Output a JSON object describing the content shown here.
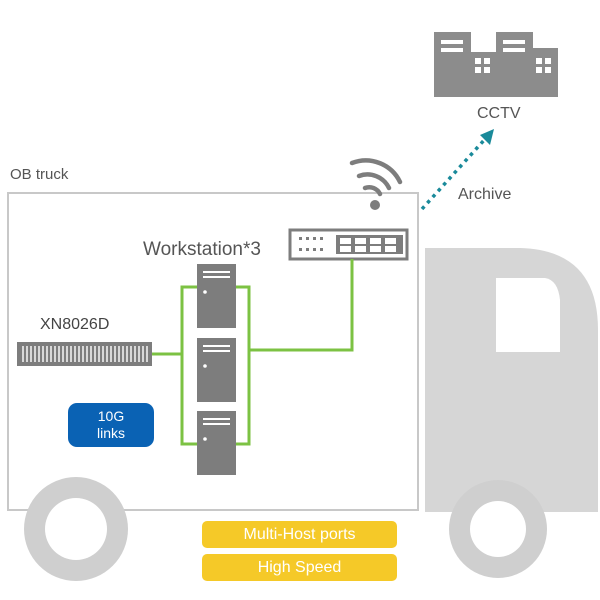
{
  "labels": {
    "ob_truck": "OB truck",
    "cctv": "CCTV",
    "archive": "Archive",
    "workstation": "Workstation*3",
    "nas_model": "XN8026D",
    "links_line1": "10G",
    "links_line2": "links"
  },
  "badges": {
    "multi_host": "Multi-Host ports",
    "high_speed": "High Speed"
  },
  "colors": {
    "truck_gray": "#d6d6d6",
    "device_gray": "#7d7d7d",
    "building_gray": "#8c8c8c",
    "link_green": "#7cc243",
    "archive_teal": "#1a8a9a",
    "badge_blue": "#0a62b4",
    "badge_yellow": "#f5c928"
  },
  "icons": [
    "wifi-icon",
    "building-icon",
    "switch-icon",
    "server-icon",
    "nas-icon"
  ]
}
